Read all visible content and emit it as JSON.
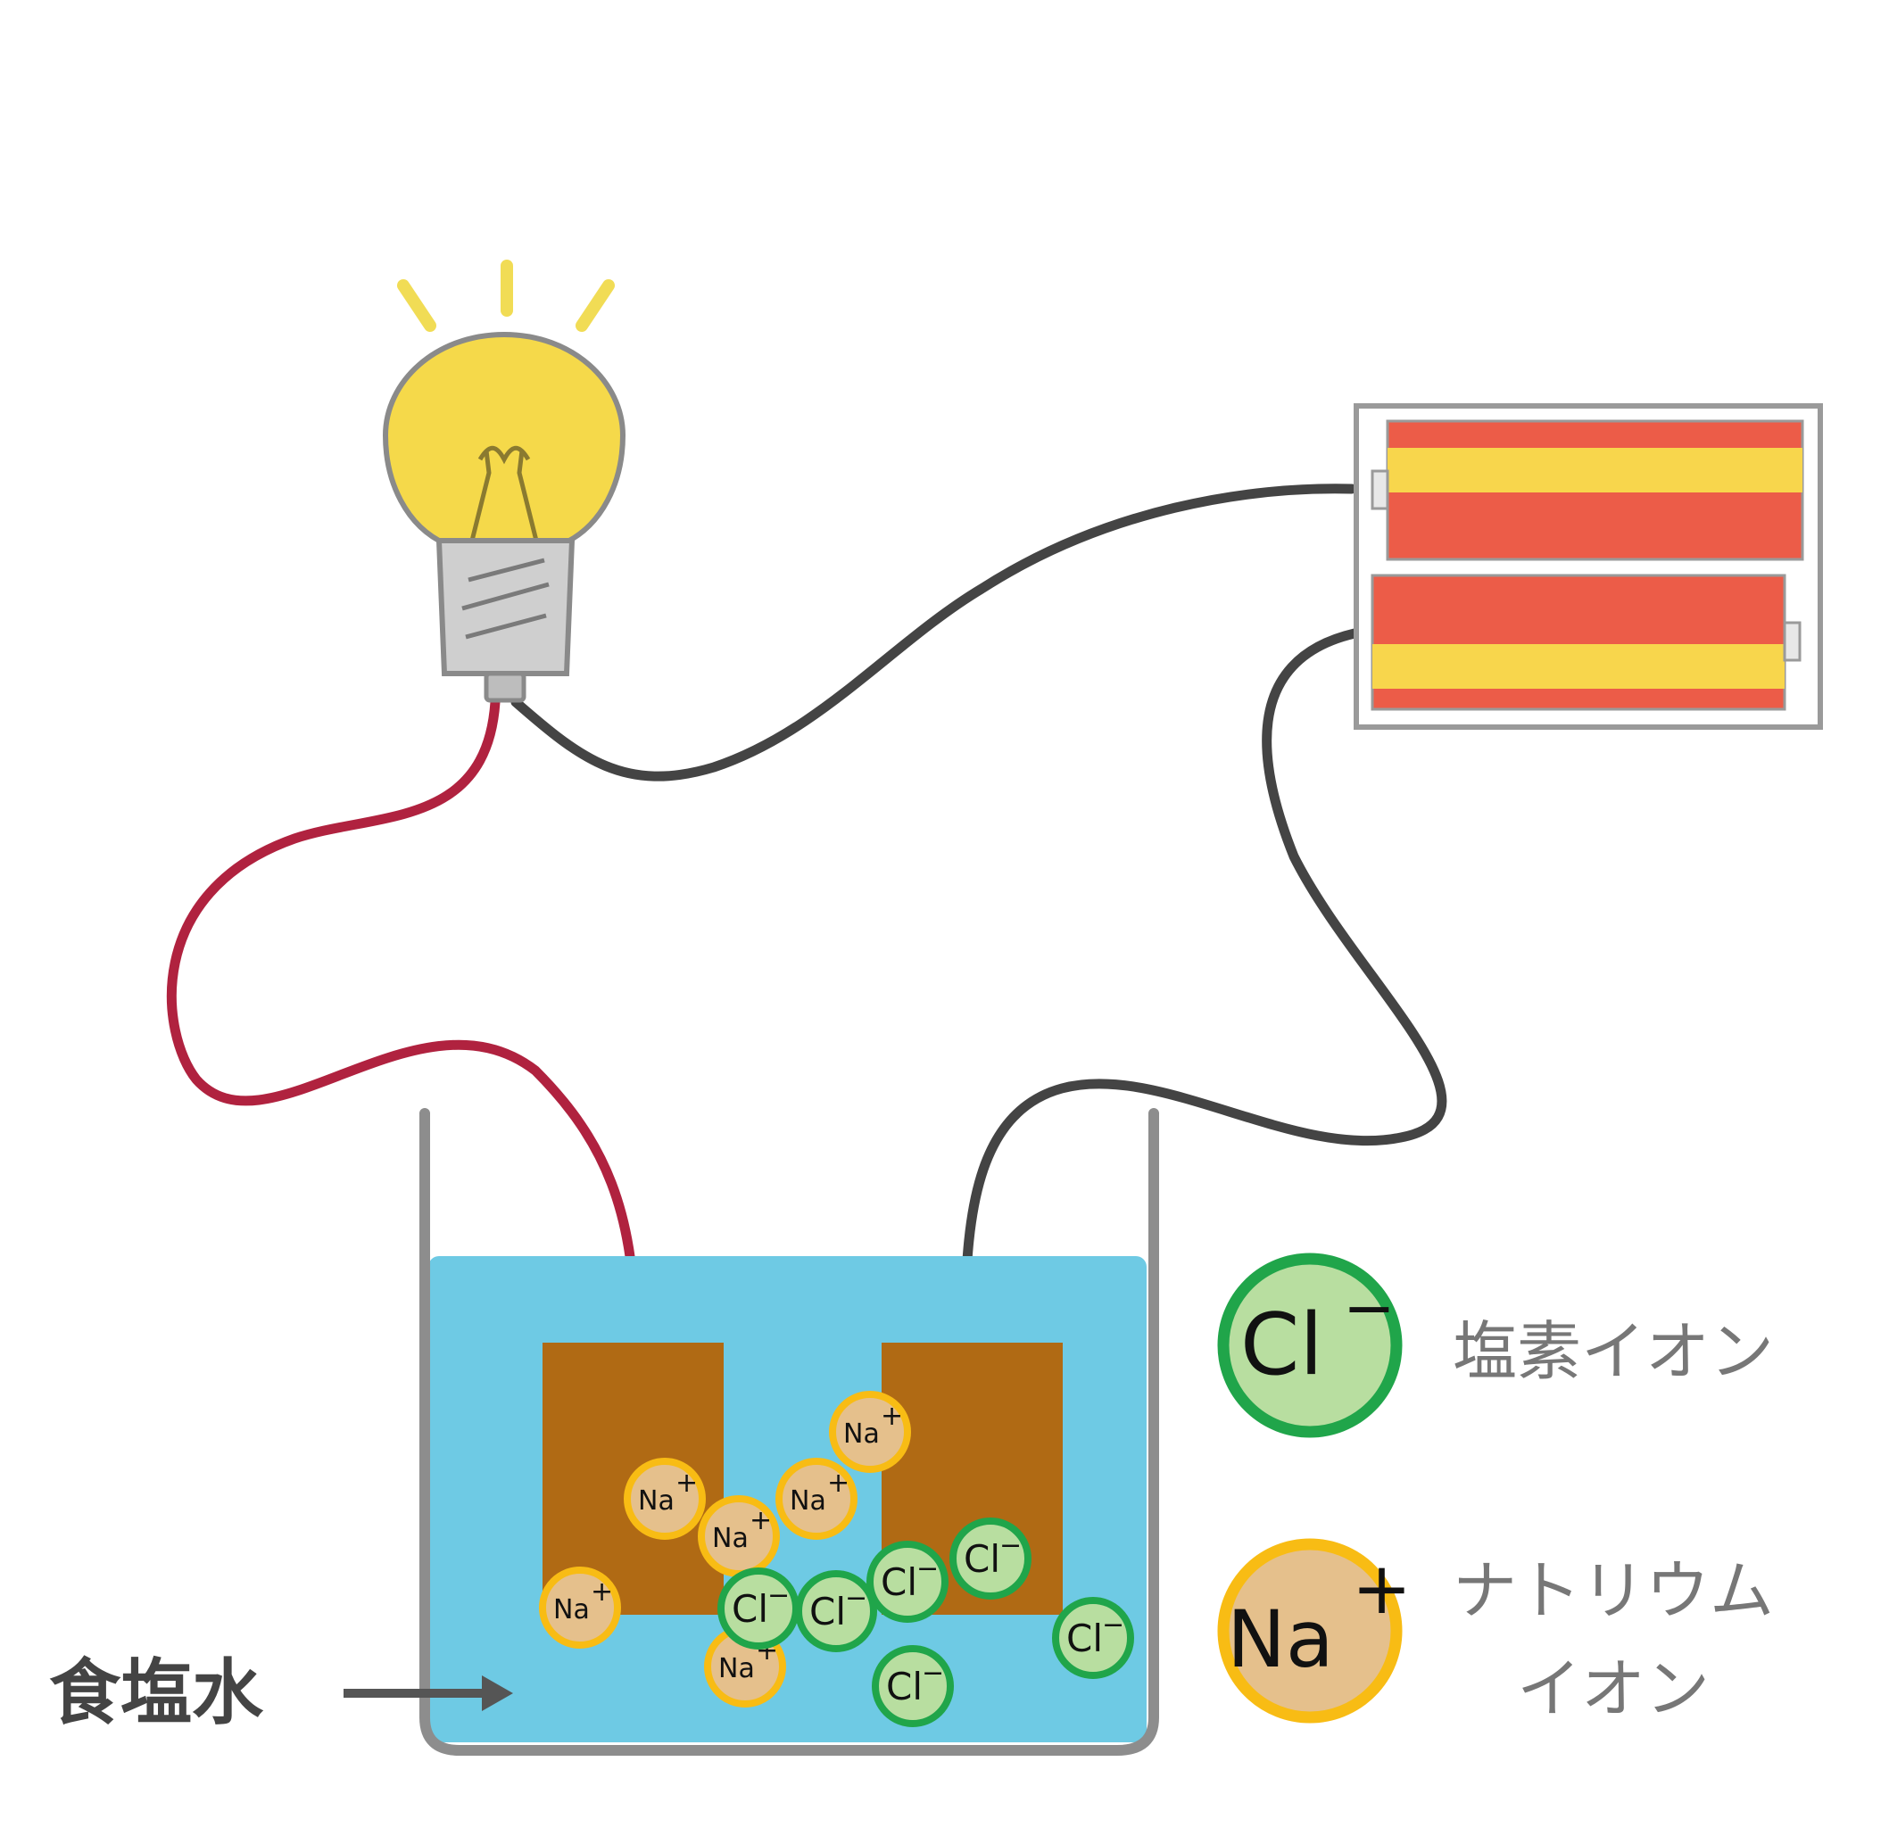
{
  "diagram": {
    "colors": {
      "water": "#6ecae4",
      "beaker": "#8d8d8d",
      "electrode": "#b06a14",
      "wire_red": "#b0223f",
      "wire_black": "#444444",
      "bulb_glass": "#f5d94a",
      "bulb_ray": "#f1dc55",
      "battery_red": "#ec5c48",
      "battery_yellow": "#f8d64c",
      "cl_fill": "#b8dea0",
      "cl_ring": "#20a54a",
      "na_fill": "#e5c08c",
      "na_ring": "#f8bc14",
      "label_gray": "#777777",
      "arrow": "#555555"
    },
    "icons": {
      "bulb": "light-bulb-icon",
      "battery": "battery-pack-icon"
    },
    "chloride_symbol": "Cl",
    "chloride_charge": "−",
    "sodium_symbol": "Na",
    "sodium_charge": "+",
    "solution_label": "食塩水",
    "legend": {
      "chloride_label": "塩素イオン",
      "sodium_label_line1": "ナトリウム",
      "sodium_label_line2": "イオン"
    }
  }
}
